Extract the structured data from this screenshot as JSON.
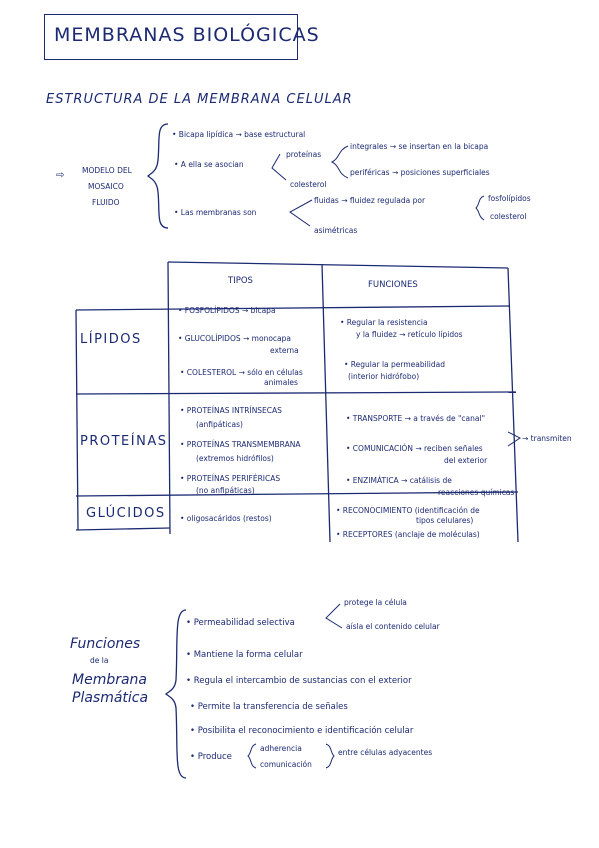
{
  "title": "MEMBRANAS BIOLÓGICAS",
  "subtitle": "ESTRUCTURA DE LA MEMBRANA CELULAR",
  "mosaic": {
    "arrow": "⇨",
    "label_l1": "MODELO DEL",
    "label_l2": "MOSAICO",
    "label_l3": "FLUIDO",
    "item1": "• Bicapa lipídica → base estructural",
    "item2": "• A ella se asocian",
    "proteinas": "proteínas",
    "colesterol": "colesterol",
    "integrales": "integrales → se insertan en la bicapa",
    "perifericas": "periféricas → posiciones superficiales",
    "item3": "• Las membranas son",
    "fluidas": "fluidas → fluidez regulada por",
    "fosfolipidos": "fosfolípidos",
    "colesterol2": "colesterol",
    "asimetricas": "asimétricas"
  },
  "table": {
    "col_tipos": "TIPOS",
    "col_funciones": "FUNCIONES",
    "rows": [
      {
        "label": "LÍPIDOS",
        "tipos": [
          "• FOSFOLÍPIDOS → bicapa",
          "• GLUCOLÍPIDOS → monocapa",
          "externa",
          "• COLESTEROL → sólo en células",
          "animales"
        ],
        "funciones": [
          "• Regular la resistencia",
          "y la fluidez → retículo lípidos",
          "• Regular la permeabilidad",
          "(interior hidrófobo)"
        ]
      },
      {
        "label": "PROTEÍNAS",
        "tipos": [
          "• PROTEÍNAS INTRÍNSECAS",
          "(anfipáticas)",
          "• PROTEÍNAS TRANSMEMBRANA",
          "(extremos hidrófilos)",
          "• PROTEÍNAS PERIFÉRICAS",
          "(no anfipáticas)"
        ],
        "funciones": [
          "• TRANSPORTE → a través de \"canal\"",
          "• COMUNICACIÓN → reciben señales",
          "del exterior",
          "→ transmiten",
          "• ENZIMÁTICA → catálisis de",
          "reacciones químicas"
        ]
      },
      {
        "label": "GLÚCIDOS",
        "tipos": [
          "• oligosacáridos (restos)"
        ],
        "funciones": [
          "• RECONOCIMIENTO (identificación de",
          "tipos celulares)",
          "• RECEPTORES (anclaje de moléculas)"
        ]
      }
    ]
  },
  "funciones": {
    "heading_l1": "Funciones",
    "heading_l2": "de la",
    "heading_l3": "Membrana",
    "heading_l4": "Plasmática",
    "items": [
      "• Permeabilidad selectiva",
      "• Mantiene la forma celular",
      "• Regula el intercambio de sustancias con el exterior",
      "• Permite la transferencia de señales",
      "• Posibilita el reconocimiento e identificación celular",
      "• Produce"
    ],
    "protege": "protege la célula",
    "aisla": "aísla el contenido celular",
    "adherencia": "adherencia",
    "comunicacion": "comunicación",
    "entre": "entre células adyacentes"
  }
}
